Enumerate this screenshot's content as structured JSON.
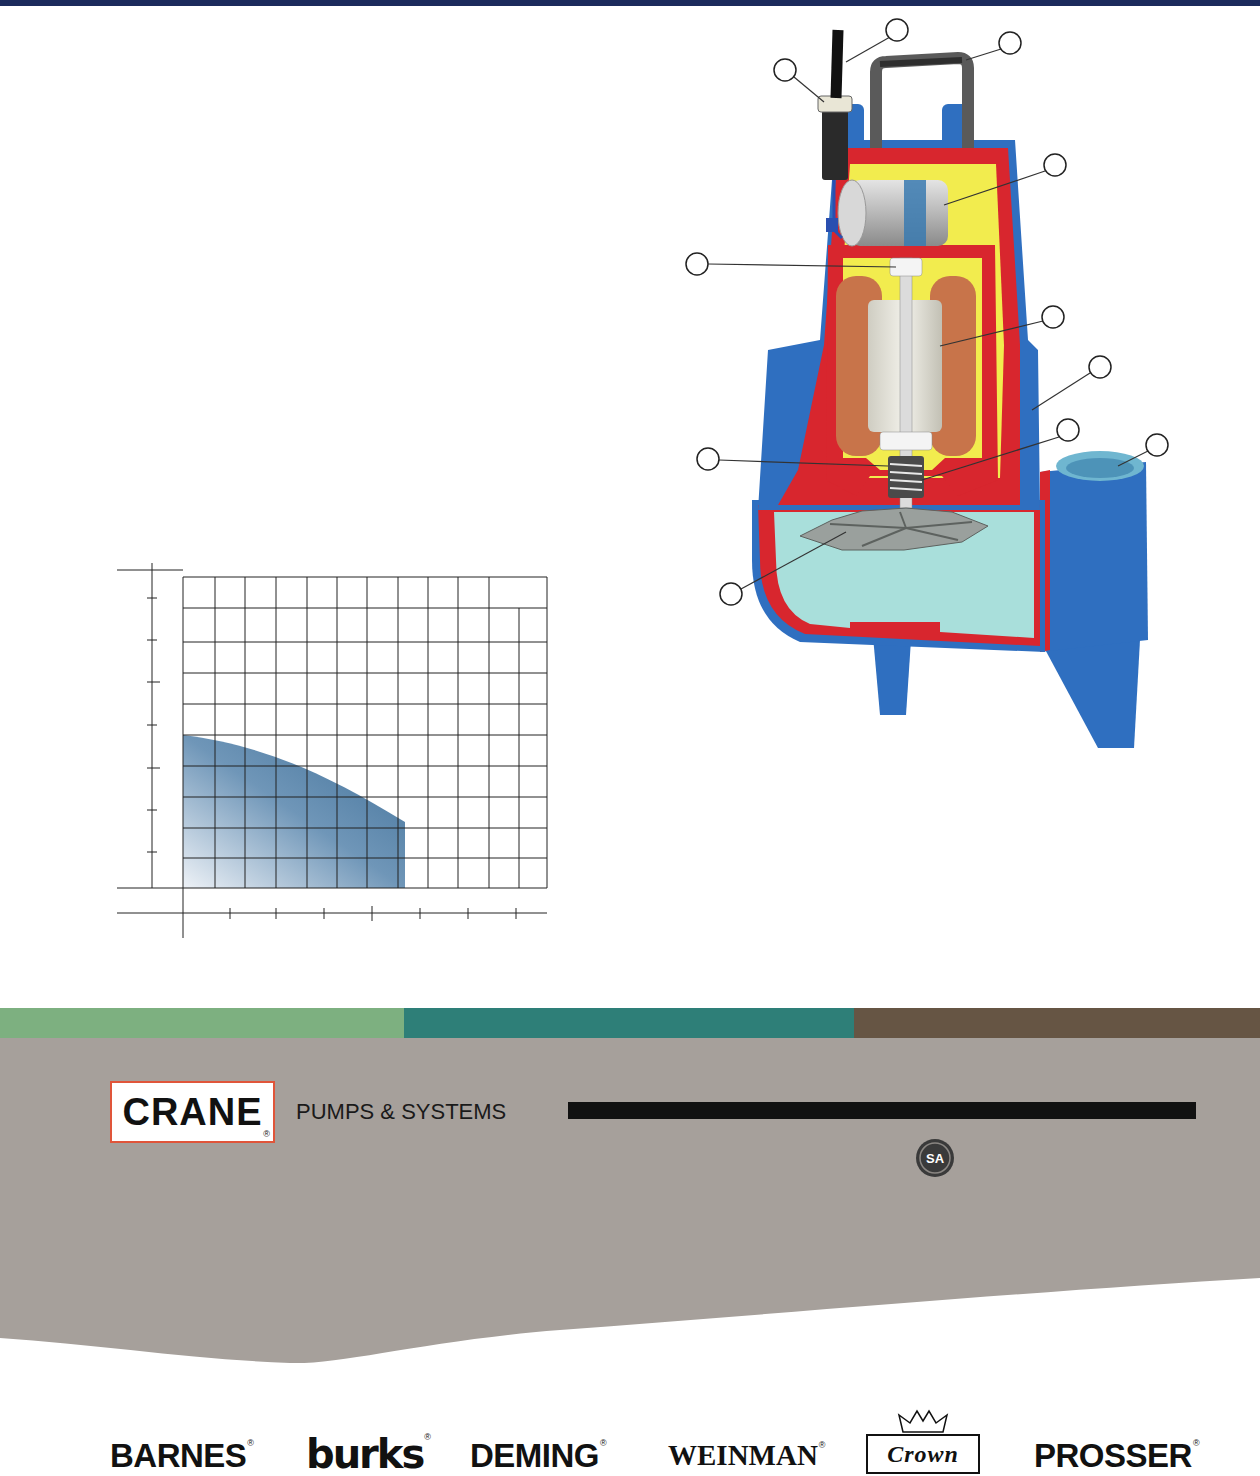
{
  "diagram": {
    "nodes": [
      {
        "text": [
          "CRANE",
          "®"
        ]
      },
      {
        "text": [
          "Crown"
        ]
      }
    ],
    "labels": [
      "PUMPS & SYSTEMS",
      "SA",
      "BARNES",
      "®",
      "burks",
      "®",
      "DEMING",
      "®",
      "WEINMAN",
      "®",
      "PROSSER",
      "®"
    ]
  }
}
